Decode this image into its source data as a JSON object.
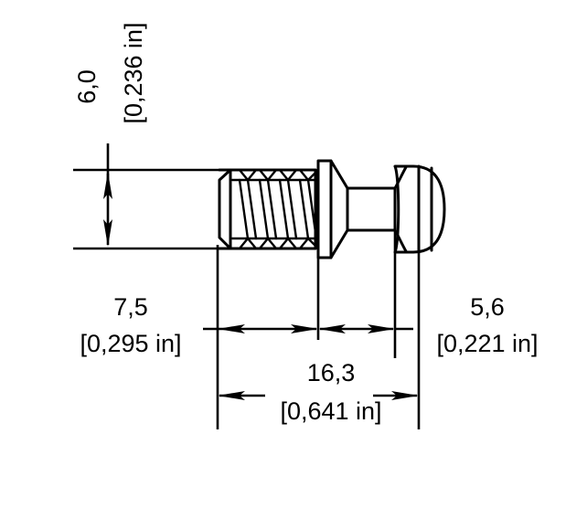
{
  "drawing": {
    "title": "Screw technical dimension drawing",
    "part_name": "flanged-round-head-screw",
    "units_note": "metric millimetres with inch equivalents in brackets",
    "line_color": "#000000",
    "background_color": "#ffffff"
  },
  "dimensions": {
    "diameter": {
      "name": "thread-diameter",
      "metric": "6,0",
      "imperial": "[0,236 in]",
      "orientation": "vertical",
      "position": "left"
    },
    "thread_length": {
      "name": "thread-length",
      "metric": "7,5",
      "imperial": "[0,295 in]",
      "orientation": "horizontal",
      "position": "lower-left"
    },
    "head_length": {
      "name": "head-length",
      "metric": "5,6",
      "imperial": "[0,221 in]",
      "orientation": "horizontal",
      "position": "lower-right"
    },
    "overall_length": {
      "name": "overall-length",
      "metric": "16,3",
      "imperial": "[0,641 in]",
      "orientation": "horizontal",
      "position": "bottom-center"
    }
  }
}
